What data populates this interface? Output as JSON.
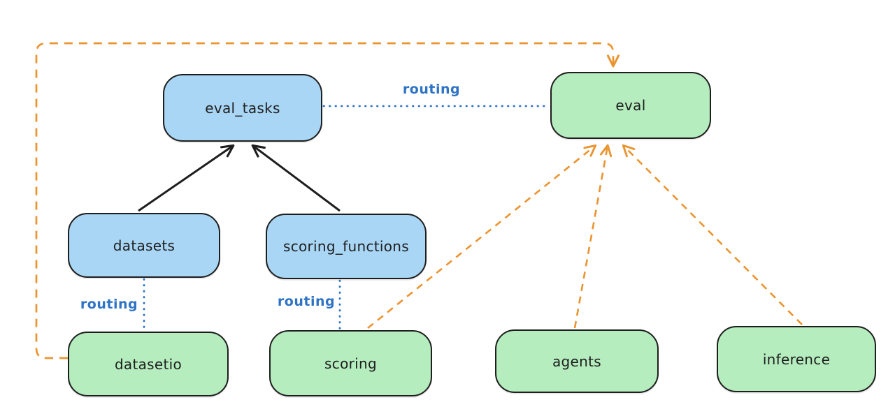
{
  "diagram": {
    "background_color": "#ffffff",
    "colors": {
      "blue_node_fill": "#a9d6f5",
      "green_node_fill": "#b5edbe",
      "node_stroke": "#1e1e1e",
      "routing_blue": "#2e73c5",
      "orange_dashed": "#ea9430",
      "black_arrow": "#1e1e1e"
    },
    "nodes": [
      {
        "id": "eval_tasks",
        "label": "eval_tasks",
        "color": "blue"
      },
      {
        "id": "eval",
        "label": "eval",
        "color": "green"
      },
      {
        "id": "datasets",
        "label": "datasets",
        "color": "blue"
      },
      {
        "id": "scoring_functions",
        "label": "scoring_functions",
        "color": "blue"
      },
      {
        "id": "datasetio",
        "label": "datasetio",
        "color": "green"
      },
      {
        "id": "scoring",
        "label": "scoring",
        "color": "green"
      },
      {
        "id": "agents",
        "label": "agents",
        "color": "green"
      },
      {
        "id": "inference",
        "label": "inference",
        "color": "green"
      }
    ],
    "edge_labels": [
      {
        "id": "routing-top",
        "text": "routing"
      },
      {
        "id": "routing-datasets",
        "text": "routing"
      },
      {
        "id": "routing-scoring",
        "text": "routing"
      }
    ],
    "edges": [
      {
        "from": "eval_tasks",
        "to": "eval",
        "style": "dotted-blue",
        "label": "routing"
      },
      {
        "from": "datasets",
        "to": "eval_tasks",
        "style": "solid-black-arrow",
        "label": ""
      },
      {
        "from": "scoring_functions",
        "to": "eval_tasks",
        "style": "solid-black-arrow",
        "label": ""
      },
      {
        "from": "datasets",
        "to": "datasetio",
        "style": "dotted-blue",
        "label": "routing"
      },
      {
        "from": "scoring_functions",
        "to": "scoring",
        "style": "dotted-blue",
        "label": "routing"
      },
      {
        "from": "scoring",
        "to": "eval",
        "style": "dashed-orange-arrow",
        "label": ""
      },
      {
        "from": "agents",
        "to": "eval",
        "style": "dashed-orange-arrow",
        "label": ""
      },
      {
        "from": "inference",
        "to": "eval",
        "style": "dashed-orange-arrow",
        "label": ""
      },
      {
        "from": "datasetio",
        "to": "eval",
        "style": "dashed-orange-arrow",
        "label": ""
      }
    ]
  }
}
